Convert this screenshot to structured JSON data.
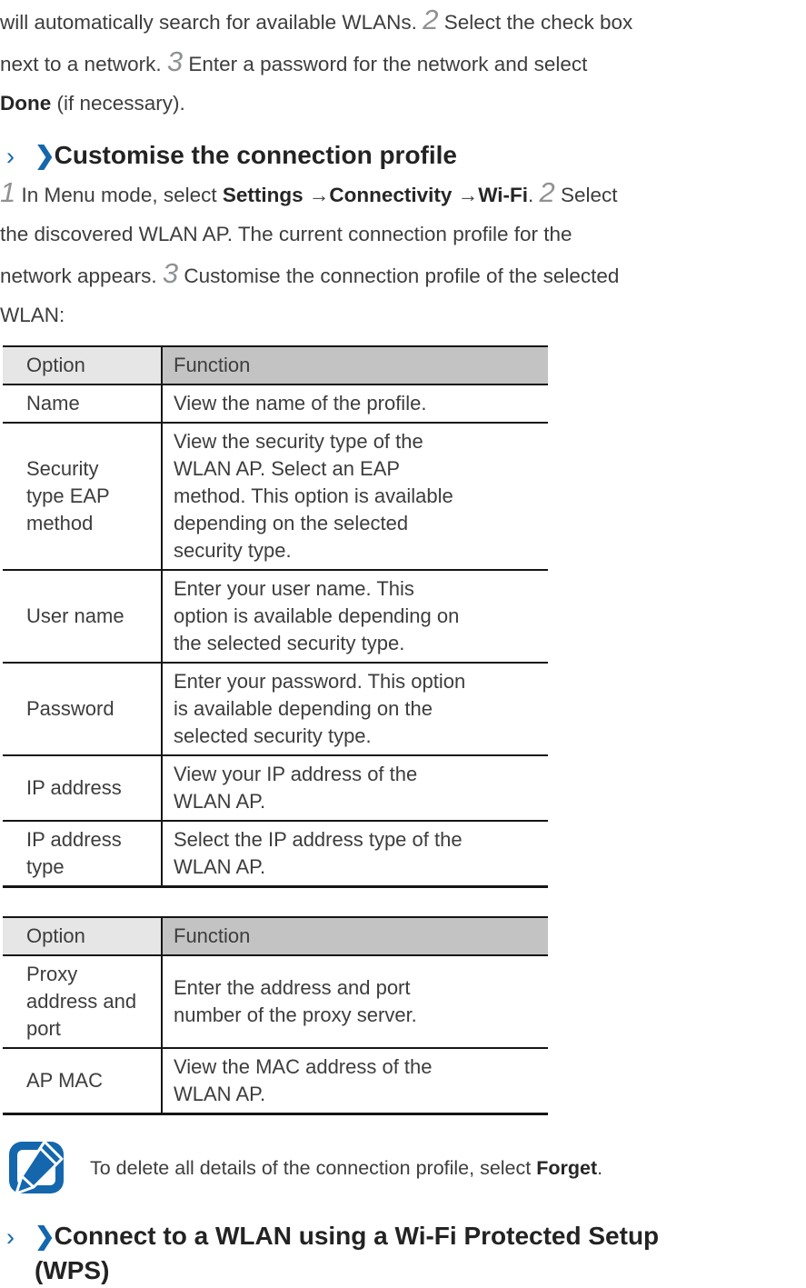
{
  "colors": {
    "accent-blue": "#1467ad",
    "step-gray": "#8f9193",
    "table-line": "#151515",
    "option-header-bg": "#e6e6e6",
    "function-header-bg": "#c3c3c3"
  },
  "intro": {
    "segments": [
      {
        "t": "will automatically search for available WLANs. "
      },
      {
        "t": "2",
        "s": "step"
      },
      {
        "t": " Select the check box"
      },
      {
        "s": "br"
      },
      {
        "t": "next to a network. "
      },
      {
        "t": "3",
        "s": "step"
      },
      {
        "t": " Enter a password for the network and select"
      },
      {
        "s": "br"
      },
      {
        "t": "Done",
        "s": "b"
      },
      {
        "t": " (if necessary)."
      }
    ]
  },
  "section1": {
    "marker": "›",
    "chevron": "❯",
    "title": "Customise the connection profile",
    "steps_segments": [
      {
        "t": "1",
        "s": "step"
      },
      {
        "t": " In Menu mode, select "
      },
      {
        "t": "Settings",
        "s": "b"
      },
      {
        "t": " →"
      },
      {
        "t": "Connectivity",
        "s": "b"
      },
      {
        "t": " →"
      },
      {
        "t": "Wi-Fi",
        "s": "b"
      },
      {
        "t": ". "
      },
      {
        "t": "2",
        "s": "step"
      },
      {
        "t": " Select"
      },
      {
        "s": "br"
      },
      {
        "t": "the discovered WLAN AP. The current connection profile for the"
      },
      {
        "s": "br"
      },
      {
        "t": "network appears. "
      },
      {
        "t": "3",
        "s": "step"
      },
      {
        "t": " Customise the connection profile of the selected"
      },
      {
        "s": "br"
      },
      {
        "t": "WLAN:"
      }
    ]
  },
  "tables": [
    {
      "headers": {
        "option": "Option",
        "function": "Function"
      },
      "rows": [
        {
          "option": "Name",
          "function": "View the name of the profile."
        },
        {
          "option": [
            {
              "t": "Security"
            },
            {
              "s": "br"
            },
            {
              "t": "type EAP"
            },
            {
              "s": "br"
            },
            {
              "t": "method"
            }
          ],
          "function": [
            {
              "t": "View the security type of the"
            },
            {
              "s": "br"
            },
            {
              "t": "WLAN AP. Select an EAP"
            },
            {
              "s": "br"
            },
            {
              "t": "method. This option is available"
            },
            {
              "s": "br"
            },
            {
              "t": "depending on the selected"
            },
            {
              "s": "br"
            },
            {
              "t": "security type."
            }
          ]
        },
        {
          "option": "User name",
          "function": [
            {
              "t": "Enter your user name. This"
            },
            {
              "s": "br"
            },
            {
              "t": "option is available depending on"
            },
            {
              "s": "br"
            },
            {
              "t": "the selected security type."
            }
          ]
        },
        {
          "option": "Password",
          "function": [
            {
              "t": "Enter your password. This option"
            },
            {
              "s": "br"
            },
            {
              "t": "is available depending on the"
            },
            {
              "s": "br"
            },
            {
              "t": "selected security type."
            }
          ]
        },
        {
          "option": "IP address",
          "function": [
            {
              "t": "View your IP address of the"
            },
            {
              "s": "br"
            },
            {
              "t": "WLAN AP."
            }
          ]
        },
        {
          "option": [
            {
              "t": "IP address"
            },
            {
              "s": "br"
            },
            {
              "t": "type"
            }
          ],
          "function": [
            {
              "t": "Select the IP address type of the"
            },
            {
              "s": "br"
            },
            {
              "t": "WLAN AP."
            }
          ]
        }
      ]
    },
    {
      "headers": {
        "option": "Option",
        "function": "Function"
      },
      "rows": [
        {
          "option": [
            {
              "t": "Proxy"
            },
            {
              "s": "br"
            },
            {
              "t": "address and"
            },
            {
              "s": "br"
            },
            {
              "t": "port"
            }
          ],
          "function": [
            {
              "t": "Enter the address and port"
            },
            {
              "s": "br"
            },
            {
              "t": "number of the proxy server."
            }
          ]
        },
        {
          "option": "AP MAC",
          "function": [
            {
              "t": "View the MAC address of the"
            },
            {
              "s": "br"
            },
            {
              "t": "WLAN AP."
            }
          ]
        }
      ]
    }
  ],
  "note": {
    "icon": "note-pencil-icon",
    "segments": [
      {
        "t": "To delete all details of the connection profile, select "
      },
      {
        "t": "Forget",
        "s": "b"
      },
      {
        "t": "."
      }
    ]
  },
  "section2": {
    "marker": "›",
    "chevron": "❯",
    "title_segments": [
      {
        "t": "Connect to a WLAN using a Wi-Fi Protected Setup"
      },
      {
        "s": "br"
      },
      {
        "t": "(WPS)"
      }
    ]
  }
}
